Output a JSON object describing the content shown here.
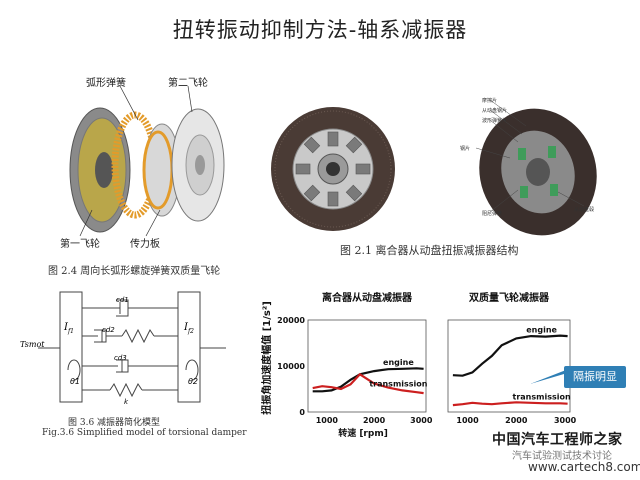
{
  "title": "扭转振动抑制方法-轴系减振器",
  "dmf": {
    "label_spring": "弧形弹簧",
    "label_flywheel2": "第二飞轮",
    "label_flywheel1": "第一飞轮",
    "label_plate": "传力板",
    "caption": "图 2.4  周向长弧形螺旋弹簧双质量飞轮"
  },
  "clutch": {
    "caption": "图 2.1  离合器从动盘扭振减振器结构",
    "callout_labels": [
      "摩擦片",
      "从动盘钢片",
      "波形弹簧片",
      "钢片",
      "阻尼弹簧",
      "从动盘毂"
    ]
  },
  "model": {
    "label_jf1": "I",
    "sub_jf1": "f1",
    "label_jf2": "I",
    "sub_jf2": "f2",
    "label_tsmot": "Tsmot",
    "label_theta1": "θ1",
    "label_theta2": "θ2",
    "label_cd1": "cd1",
    "label_cd2": "cd2",
    "label_cd3": "cd3",
    "label_k": "k",
    "caption_cn": "图 3.6  减振器简化模型",
    "caption_en": "Fig.3.6 Simplified model of torsional damper"
  },
  "charts": {
    "ylabel": "扭振角加速度幅值 [1/s²]",
    "xlabel": "转速 [rpm]",
    "callout": "隔振明显"
  },
  "chart_data": [
    {
      "type": "line",
      "title": "离合器从动盘减振器",
      "xlabel": "转速 [rpm]",
      "ylabel": "扭振角加速度幅值 [1/s²]",
      "xlim": [
        600,
        3100
      ],
      "ylim": [
        0,
        20000
      ],
      "xticks": [
        1000,
        2000,
        3000
      ],
      "yticks": [
        0,
        10000,
        20000
      ],
      "series": [
        {
          "name": "engine",
          "color": "#111111",
          "x": [
            700,
            900,
            1100,
            1300,
            1500,
            1700,
            2000,
            2300,
            2600,
            2900,
            3050
          ],
          "y": [
            4500,
            4500,
            4700,
            5500,
            7000,
            8200,
            8900,
            9300,
            9400,
            9500,
            9400
          ]
        },
        {
          "name": "transmission",
          "color": "#cc1f1f",
          "x": [
            700,
            900,
            1100,
            1300,
            1500,
            1700,
            2000,
            2300,
            2600,
            2900,
            3050
          ],
          "y": [
            5200,
            5600,
            5400,
            5000,
            6000,
            8200,
            6200,
            5300,
            4700,
            4300,
            4100
          ]
        }
      ]
    },
    {
      "type": "line",
      "title": "双质量飞轮减振器",
      "xlabel": "转速 [rpm]",
      "xlim": [
        600,
        3100
      ],
      "ylim": [
        0,
        20000
      ],
      "xticks": [
        1000,
        2000,
        3000
      ],
      "series": [
        {
          "name": "engine",
          "color": "#111111",
          "x": [
            700,
            900,
            1100,
            1300,
            1500,
            1700,
            2000,
            2300,
            2600,
            2900,
            3050
          ],
          "y": [
            8000,
            7900,
            8600,
            10500,
            12200,
            14500,
            16000,
            16500,
            16400,
            16600,
            16500
          ]
        },
        {
          "name": "transmission",
          "color": "#cc1f1f",
          "x": [
            700,
            900,
            1100,
            1300,
            1500,
            1700,
            2000,
            2300,
            2600,
            2900,
            3050
          ],
          "y": [
            1500,
            1700,
            2000,
            1800,
            1700,
            1900,
            2100,
            2000,
            1900,
            1900,
            1800
          ]
        }
      ]
    }
  ],
  "watermark": {
    "line1": "中国汽车工程师之家",
    "line2": "汽车试验测试技术讨论",
    "line3": "www.cartech8.com"
  }
}
